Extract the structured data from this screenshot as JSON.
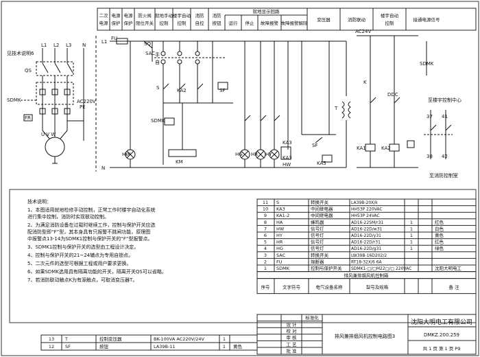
{
  "header": {
    "cells": [
      {
        "lines": [
          "二次",
          "电源"
        ]
      },
      {
        "lines": [
          "电源",
          "保护"
        ]
      },
      {
        "lines": [
          "电源",
          "保护"
        ]
      },
      {
        "lines": [
          "防火阀",
          "限位开关"
        ]
      },
      {
        "lines": [
          "就地手动",
          "控制"
        ]
      },
      {
        "lines": [
          "楼宇自动",
          "控制"
        ]
      },
      {
        "lines": [
          "消防",
          "自控"
        ]
      },
      {
        "lines": [
          "消防",
          "按钮"
        ]
      },
      {
        "lines": [
          "运行"
        ]
      },
      {
        "lines": [
          "停止"
        ]
      },
      {
        "lines": [
          "故障报警"
        ]
      },
      {
        "lines": [
          "故障报警解除"
        ]
      },
      {
        "lines": [
          "变压器"
        ]
      },
      {
        "lines": [
          "消防联动"
        ]
      },
      {
        "lines": [
          "楼宇自动",
          "控制"
        ]
      },
      {
        "lines": [
          "接通电源信号"
        ]
      }
    ],
    "display_loop": "就地显示回路"
  },
  "circuit": {
    "labels": {
      "fu": "FU",
      "l1": "L1",
      "sq": "SQ",
      "sac": "SAC",
      "manual": "手",
      "auto": "自",
      "ac220": "AC220V",
      "ac24": "AC24V",
      "s": "S",
      "ka2": "KA2",
      "sf": "SF",
      "sdmk": "SDMK",
      "km": "KM",
      "n": "N",
      "see_note": "见技术说明6",
      "qs": "QS",
      "sdmk_left": "SDMK",
      "fr_left": "FR",
      "pe": "PE",
      "hw": "HW",
      "hg": "HG",
      "hr": "HR",
      "hy": "HY",
      "hw2": "HW",
      "ka3": "KA3",
      "ka3b": "KA3",
      "sf2": "SF",
      "ka5": "KA5",
      "t": "T",
      "k": "K",
      "ka1": "KA1",
      "ka2b": "KA2",
      "ddc": "DDC",
      "sdmk_right": "SDMK",
      "building_center": "至楼宇控制中心",
      "fire_room": "至消防控制室",
      "uvw": "U V W",
      "l1t": "L1",
      "l2": "L2",
      "l3": "L3",
      "nt": "N",
      "n37": "37",
      "n41": "41",
      "n38": "38",
      "n42": "42"
    }
  },
  "notes": {
    "title": "技术说明：",
    "lines": [
      "1、本图适用就地检修手动控制，正常工作时楼宇自动化系统",
      "   进行集中控制，消防时实现联动控制。",
      "2、为满足消防设备在过载时继续工作，控制与保护开关应选",
      "   配消防型即“F”型，其本身具有只报警不跳闸功能，原理图",
      "   中报警点13-14为SDMK1控制与保护开关的“F”型报警点。",
      "3、SDMK1控制与保护开关的选型由工程设计决定。",
      "4、控制与保护开关的21~24辅点为专用自锁点。",
      "5、二次元件的选型可根据工程或用户要求更换。",
      "6、如果SDMK选用具有隔离功能的开关，隔离开关QS可以省略。",
      "7、若消防联动触点K为有源触点，可取消变压器T。"
    ]
  },
  "parts": {
    "rows": [
      {
        "no": "11",
        "sym": "S",
        "name": "转换开关",
        "model": "LA39B-20X/k",
        "qty": "",
        "unit": "",
        "note": ""
      },
      {
        "no": "10",
        "sym": "KA3",
        "name": "中间继电器",
        "model": "HH53P  220VAC",
        "qty": "",
        "unit": "",
        "note": ""
      },
      {
        "no": "9",
        "sym": "KA1-2",
        "name": "中间继电器",
        "model": "HH53P  24VAC",
        "qty": "",
        "unit": "",
        "note": ""
      },
      {
        "no": "8",
        "sym": "HA",
        "name": "蜂鸣器",
        "model": "AD16-22SM/r31",
        "qty": "1",
        "unit": "",
        "note": "红色"
      },
      {
        "no": "7",
        "sym": "HW",
        "name": "信号灯",
        "model": "AD16-22D/w31",
        "qty": "1",
        "unit": "",
        "note": "白色"
      },
      {
        "no": "6",
        "sym": "HY",
        "name": "信号灯",
        "model": "AD16-22D/y31",
        "qty": "1",
        "unit": "",
        "note": "黄色"
      },
      {
        "no": "5",
        "sym": "HR",
        "name": "信号灯",
        "model": "AD16-22D/r31",
        "qty": "1",
        "unit": "",
        "note": "红色"
      },
      {
        "no": "4",
        "sym": "HG",
        "name": "信号灯",
        "model": "AD16-22D/g31",
        "qty": "1",
        "unit": "",
        "note": "绿色"
      },
      {
        "no": "3",
        "sym": "SAC",
        "name": "转换开关",
        "model": "LW39B-16D202/2",
        "qty": "",
        "unit": "",
        "note": ""
      },
      {
        "no": "2",
        "sym": "FU",
        "name": "熔断器",
        "model": "RT18-32X/6 6A",
        "qty": "",
        "unit": "",
        "note": ""
      },
      {
        "no": "1",
        "sym": "SDMK",
        "name": "控制与保护开关",
        "model": "SDMK1-□/□M22□/□ 220VAC",
        "qty": "",
        "unit": "",
        "note": "沈阳大明电工"
      }
    ],
    "section_title": "排风兼排烟风机控制箱",
    "hdr_no": "序号",
    "hdr_sym": "文字符号",
    "hdr_name": "电气设备名称",
    "hdr_model": "型号及规格",
    "hdr_note": "备    注",
    "bottom_rows": [
      {
        "no": "13",
        "sym": "T",
        "name": "控制变压器",
        "model": "BK-100VA  AC220V/24V",
        "qty": "1",
        "note": ""
      },
      {
        "no": "12",
        "sym": "SF",
        "name": "按钮",
        "model": "LA39B-11",
        "qty": "1",
        "note": "黄色"
      }
    ]
  },
  "title_block": {
    "company": "沈阳大明电工有限公司",
    "drawing_title": "排风兼排烟风机控制电路图3",
    "drawing_no": "DMKZ.200.259",
    "sheets": "共 1 页    第 1 页   P9",
    "std": "标准化",
    "labels": [
      "设  计",
      "校  对",
      "审  核",
      "工  艺",
      "批  准"
    ]
  }
}
